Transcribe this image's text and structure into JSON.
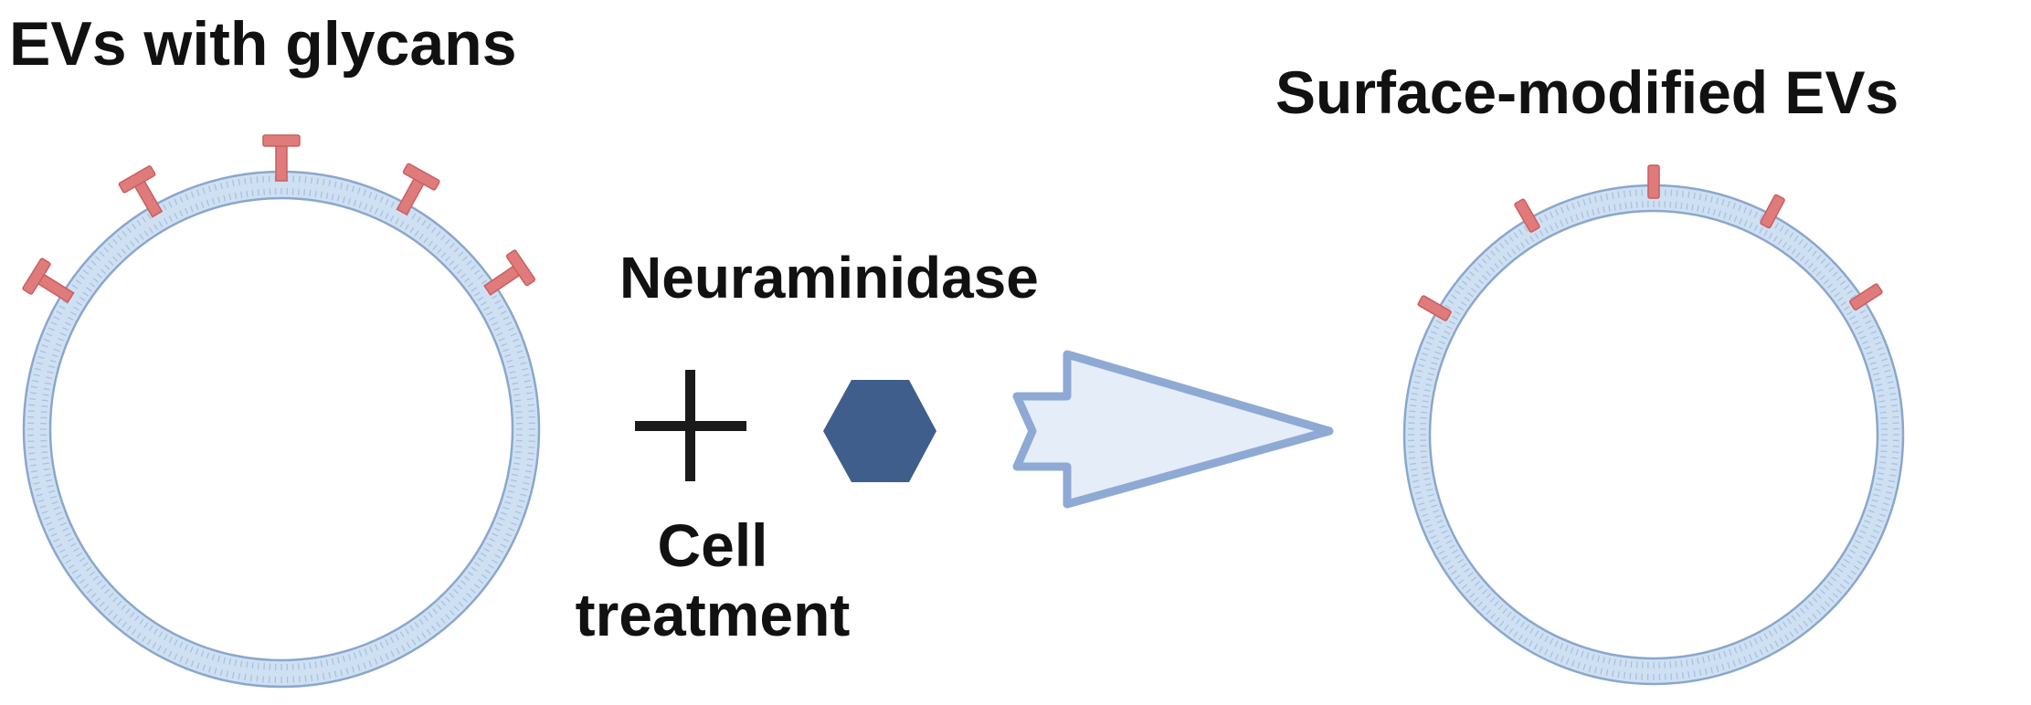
{
  "labels": {
    "left_title": "EVs with glycans",
    "right_title": "Surface-modified EVs",
    "enzyme": "Neuraminidase",
    "treatment_line1": "Cell",
    "treatment_line2": "treatment"
  },
  "icons": {
    "plus": "plus-icon",
    "enzyme": "hexagon-enzyme-icon",
    "arrow": "outlined-arrow-icon",
    "glycan_full": "t-shaped-glycan-icon",
    "glycan_trimmed": "stub-glycan-icon"
  },
  "colors": {
    "membrane_fill": "#cfe0f2",
    "membrane_edge": "#8aa7cc",
    "membrane_tick": "#a8c1df",
    "glycan": "#e07b7b",
    "glycan_edge": "#c95f5f",
    "enzyme": "#3f5e8c",
    "arrow_fill": "#e4edf8",
    "arrow_stroke": "#8ea9d4",
    "text": "#111111"
  },
  "glycan_counts": {
    "with_glycans": 5,
    "surface_modified": 5
  }
}
